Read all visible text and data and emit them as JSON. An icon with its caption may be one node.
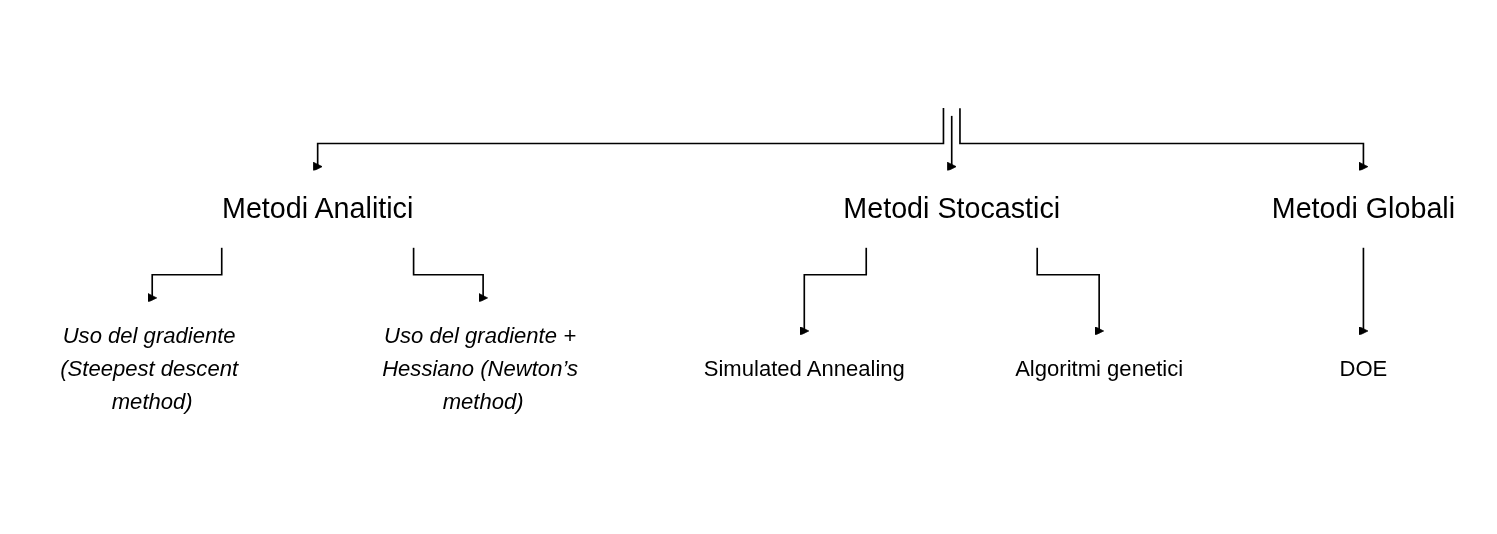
{
  "diagram": {
    "nodes": [
      {
        "text": [
          "Metodi Analitici"
        ]
      },
      {
        "text": [
          "Metodi Stocastici"
        ]
      },
      {
        "text": [
          "Metodi Globali"
        ]
      },
      {
        "text": [
          "Uso del gradiente (Steepest descent method)"
        ]
      },
      {
        "text": [
          "Uso del gradiente + Hessiano (Newton’s method)"
        ]
      },
      {
        "text": [
          "Simulated Annealing"
        ]
      },
      {
        "text": [
          "Algoritmi genetici"
        ]
      },
      {
        "text": [
          "DOE"
        ]
      }
    ],
    "edges": [
      {
        "from": null,
        "to": 0,
        "arrow": "to"
      },
      {
        "from": null,
        "to": 1,
        "arrow": "to"
      },
      {
        "from": null,
        "to": 2,
        "arrow": "to"
      },
      {
        "from": 0,
        "to": 3,
        "arrow": "to"
      },
      {
        "from": 0,
        "to": 4,
        "arrow": "to"
      },
      {
        "from": 1,
        "to": 5,
        "arrow": "to"
      },
      {
        "from": 1,
        "to": 6,
        "arrow": "to"
      },
      {
        "from": 2,
        "to": 7,
        "arrow": "to"
      }
    ]
  }
}
